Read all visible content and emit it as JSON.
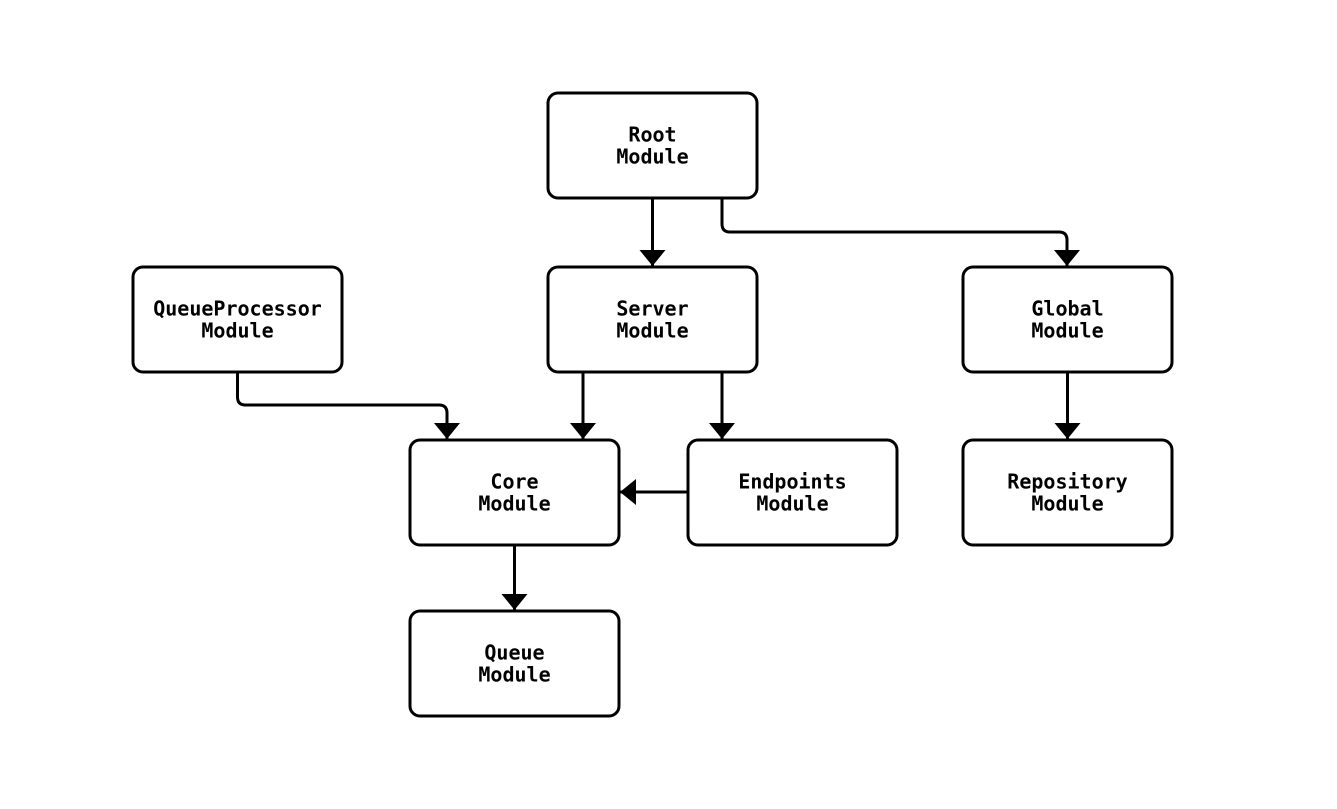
{
  "diagram": {
    "title": "module-dependency-graph",
    "background_color": "#ffffff",
    "node_border_color": "#000000",
    "node_fill_color": "#ffffff",
    "arrow_color": "#000000",
    "nodes": {
      "root": {
        "line1": "Root",
        "line2": "Module"
      },
      "queueprocessor": {
        "line1": "QueueProcessor",
        "line2": "Module"
      },
      "server": {
        "line1": "Server",
        "line2": "Module"
      },
      "global": {
        "line1": "Global",
        "line2": "Module"
      },
      "core": {
        "line1": "Core",
        "line2": "Module"
      },
      "endpoints": {
        "line1": "Endpoints",
        "line2": "Module"
      },
      "repository": {
        "line1": "Repository",
        "line2": "Module"
      },
      "queue": {
        "line1": "Queue",
        "line2": "Module"
      }
    },
    "edges": [
      {
        "from": "Root Module",
        "to": "Server Module"
      },
      {
        "from": "Root Module",
        "to": "Global Module"
      },
      {
        "from": "QueueProcessor Module",
        "to": "Core Module"
      },
      {
        "from": "Server Module",
        "to": "Core Module"
      },
      {
        "from": "Server Module",
        "to": "Endpoints Module"
      },
      {
        "from": "Endpoints Module",
        "to": "Core Module"
      },
      {
        "from": "Global Module",
        "to": "Repository Module"
      },
      {
        "from": "Core Module",
        "to": "Queue Module"
      }
    ]
  }
}
